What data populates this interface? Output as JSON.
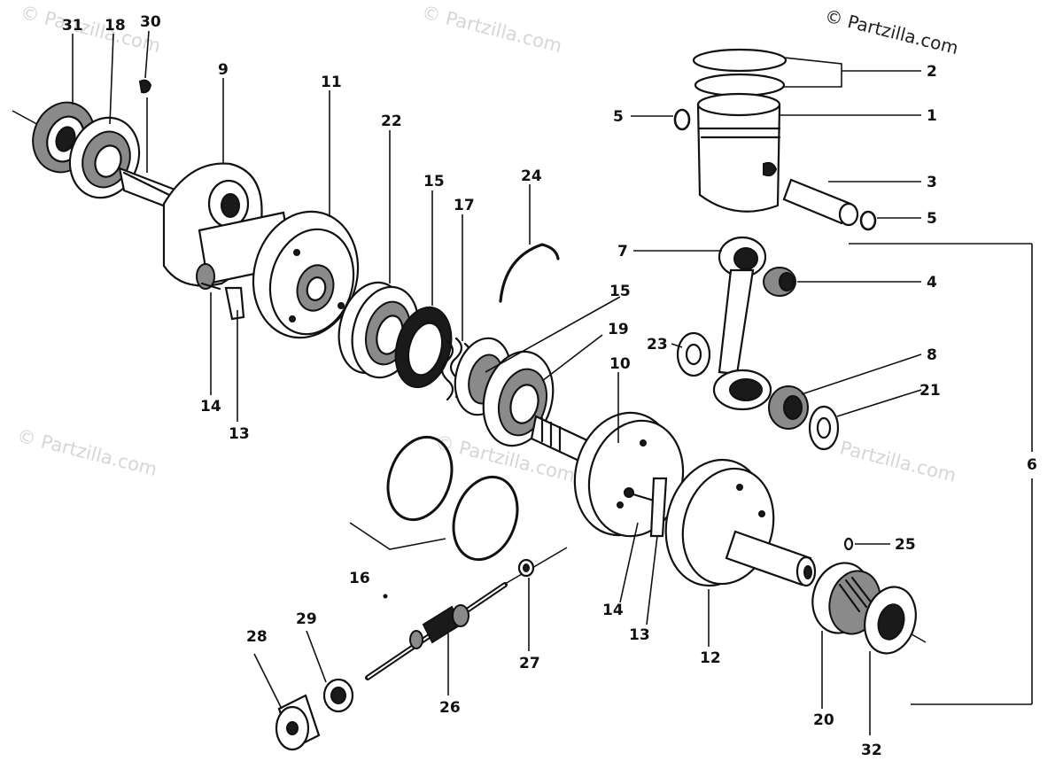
{
  "watermarks": {
    "corner": "© Partzilla.com",
    "tile1": "© Partzilla.com",
    "tile2": "© Partzilla.com",
    "tile3": "© Partzilla.com",
    "tile4": "© Partzilla.com",
    "tile5": "© Partzilla.com"
  },
  "callouts": {
    "c31": "31",
    "c18": "18",
    "c30": "30",
    "c9": "9",
    "c11": "11",
    "c22": "22",
    "c15a": "15",
    "c17": "17",
    "c24": "24",
    "c2": "2",
    "c5a": "5",
    "c1": "1",
    "c3": "3",
    "c5b": "5",
    "c7": "7",
    "c4": "4",
    "c15b": "15",
    "c19": "19",
    "c23": "23",
    "c10": "10",
    "c8": "8",
    "c21": "21",
    "c6": "6",
    "c14a": "14",
    "c13a": "13",
    "c16": "16",
    "c25": "25",
    "c14b": "14",
    "c13b": "13",
    "c12": "12",
    "c27": "27",
    "c28": "28",
    "c29": "29",
    "c26": "26",
    "c20": "20",
    "c32": "32"
  }
}
